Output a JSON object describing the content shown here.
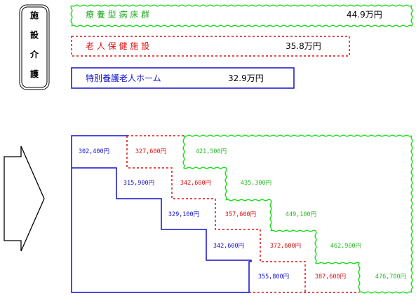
{
  "category_label": [
    "施",
    "設",
    "介",
    "護"
  ],
  "legend": [
    {
      "name": "療養型病床群",
      "display_name": "療 養 型 病 床 群",
      "amount": "44.9万円",
      "style": "wavy",
      "color": "#22dd22"
    },
    {
      "name": "老人保健施設",
      "display_name": "老 人 保 健 施 設",
      "amount": "35.8万円",
      "style": "dotted",
      "color": "#dd1111"
    },
    {
      "name": "特別養護老人ホーム",
      "display_name": "特別養護老人ホーム",
      "amount": "32.9万円",
      "style": "solid",
      "color": "#1111cc"
    }
  ],
  "chart_data": {
    "type": "table",
    "title": "",
    "columns": [
      "特別養護老人ホーム",
      "老人保健施設",
      "療養型病床群"
    ],
    "levels": 5,
    "values": [
      {
        "level": 1,
        "特別養護老人ホーム": "302,400円",
        "老人保健施設": "327,600円",
        "療養型病床群": "421,500円"
      },
      {
        "level": 2,
        "特別養護老人ホーム": "315,900円",
        "老人保健施設": "342,600円",
        "療養型病床群": "435,300円"
      },
      {
        "level": 3,
        "特別養護老人ホーム": "329,100円",
        "老人保健施設": "357,600円",
        "療養型病床群": "449,100円"
      },
      {
        "level": 4,
        "特別養護老人ホーム": "342,600円",
        "老人保健施設": "372,600円",
        "療養型病床群": "462,900円"
      },
      {
        "level": 5,
        "特別養護老人ホーム": "355,800円",
        "老人保健施設": "387,600円",
        "療養型病床群": "476,700円"
      }
    ]
  }
}
